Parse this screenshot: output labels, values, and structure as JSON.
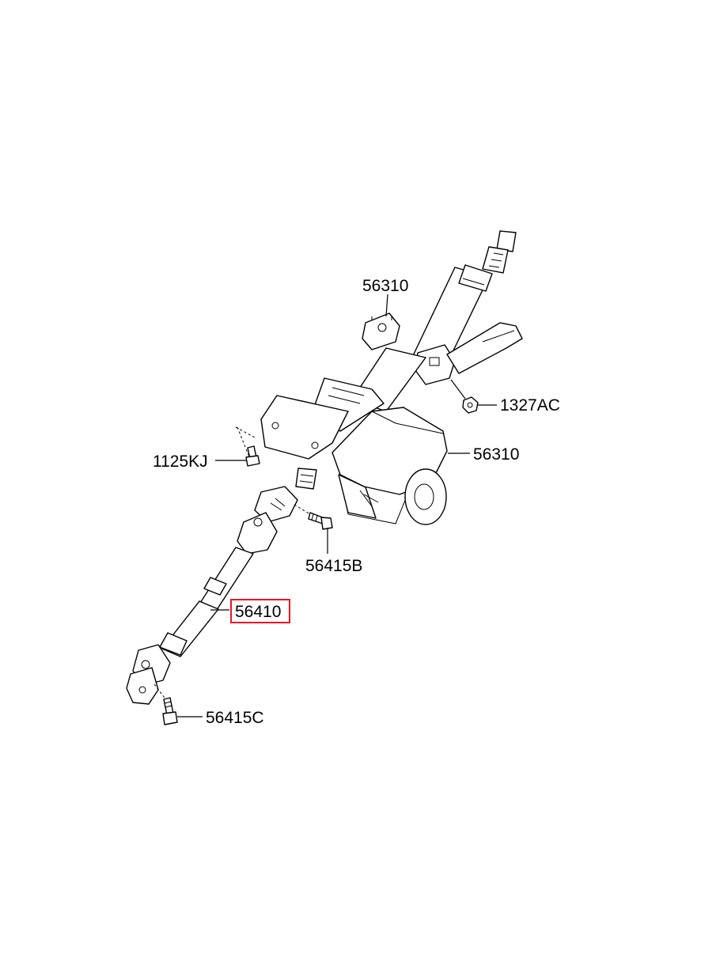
{
  "callouts": {
    "upper_bracket": "56310",
    "nut": "1327AC",
    "bolt_left": "1125KJ",
    "column_assembly": "56310",
    "joint_bolt_upper": "56415B",
    "shaft_assembly": "56410",
    "joint_bolt_lower": "56415C"
  },
  "highlight": {
    "callout": "shaft_assembly",
    "box_color": "#e8141e"
  },
  "colors": {
    "line": "#000000",
    "background": "#ffffff"
  }
}
